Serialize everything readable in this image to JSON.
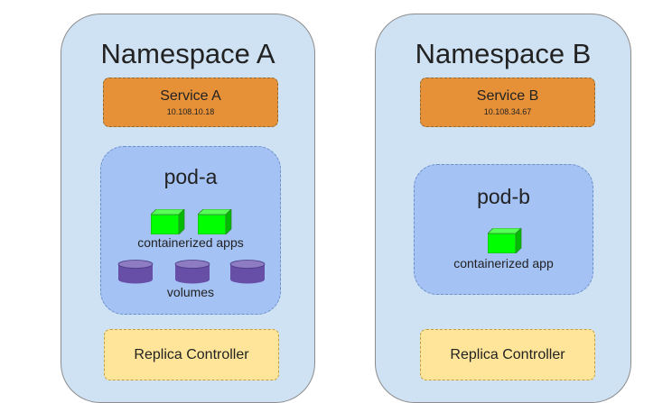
{
  "namespaces": [
    {
      "title": "Namespace A",
      "service": {
        "name": "Service A",
        "ip": "10.108.10.18"
      },
      "pod": {
        "name": "pod-a",
        "apps_label": "containerized apps",
        "volumes_label": "volumes"
      },
      "controller": "Replica Controller"
    },
    {
      "title": "Namespace B",
      "service": {
        "name": "Service B",
        "ip": "10.108.34.67"
      },
      "pod": {
        "name": "pod-b",
        "apps_label": "containerized app"
      },
      "controller": "Replica Controller"
    }
  ],
  "colors": {
    "namespace_fill": "#cfe2f3",
    "service_fill": "#e69138",
    "pod_fill": "#a4c2f4",
    "controller_fill": "#ffe599",
    "container_green": "#00ff00",
    "volume_purple": "#674ea7"
  },
  "icons": {
    "container": "container-cube-icon",
    "volume": "volume-cylinder-icon"
  }
}
